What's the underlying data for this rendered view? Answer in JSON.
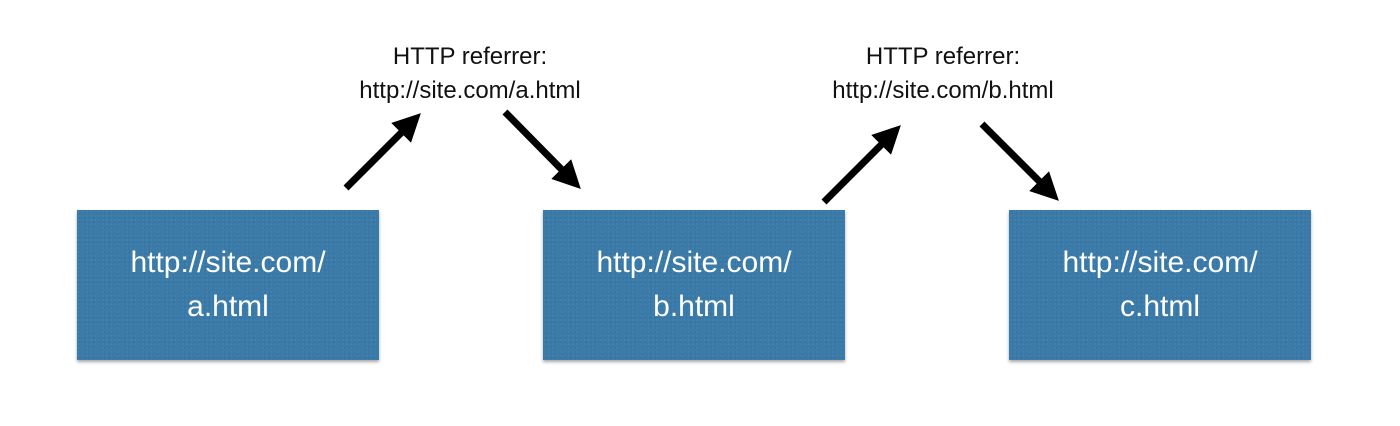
{
  "pages": [
    {
      "url_line1": "http://site.com/",
      "url_line2": "a.html"
    },
    {
      "url_line1": "http://site.com/",
      "url_line2": "b.html"
    },
    {
      "url_line1": "http://site.com/",
      "url_line2": "c.html"
    }
  ],
  "referrers": [
    {
      "heading": "HTTP referrer:",
      "url": "http://site.com/a.html"
    },
    {
      "heading": "HTTP referrer:",
      "url": "http://site.com/b.html"
    }
  ],
  "colors": {
    "box_fill": "#3a7aa8",
    "box_text": "#ffffff",
    "arrow": "#000000",
    "label_text": "#111111"
  }
}
